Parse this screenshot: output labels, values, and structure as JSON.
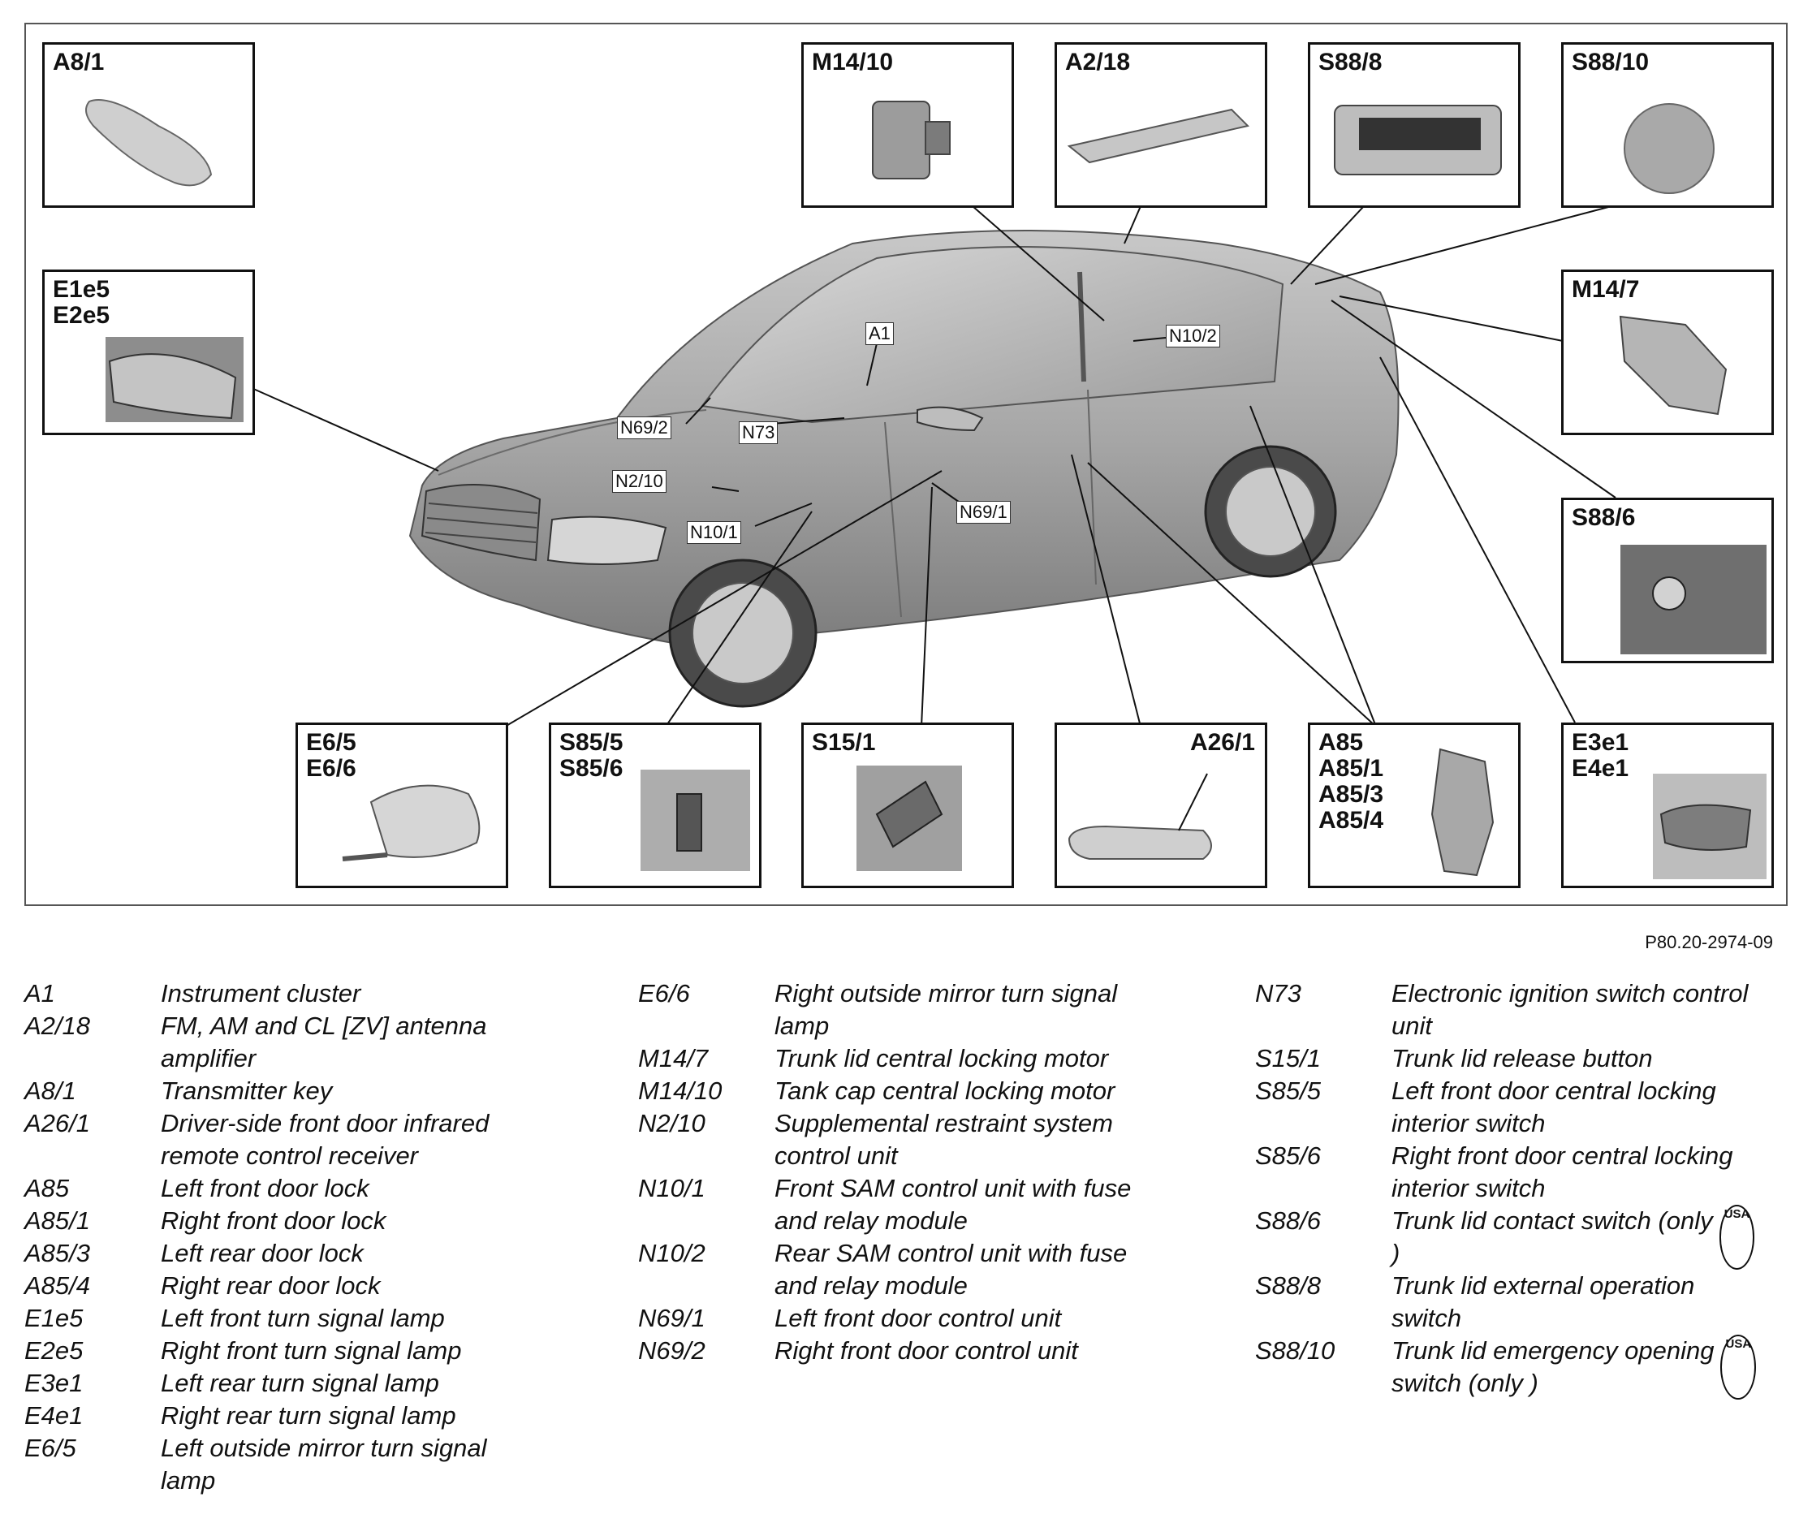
{
  "figure_code": "P80.20-2974-09",
  "callouts": {
    "a8_1": "A8/1",
    "m14_10": "M14/10",
    "a2_18": "A2/18",
    "s88_8": "S88/8",
    "s88_10": "S88/10",
    "e1e5_e2e5": "E1e5\nE2e5",
    "m14_7": "M14/7",
    "s88_6": "S88/6",
    "e6_5_e6_6": "E6/5\nE6/6",
    "s85_5_s85_6": "S85/5\nS85/6",
    "s15_1": "S15/1",
    "a26_1": "A26/1",
    "a85_group": "A85\nA85/1\nA85/3\nA85/4",
    "e3e1_e4e1": "E3e1\nE4e1"
  },
  "car_tags": {
    "a1": "A1",
    "n10_2": "N10/2",
    "n69_2": "N69/2",
    "n73": "N73",
    "n2_10": "N2/10",
    "n10_1": "N10/1",
    "n69_1": "N69/1"
  },
  "legend": {
    "col1": [
      {
        "code": "A1",
        "desc": "Instrument cluster"
      },
      {
        "code": "A2/18",
        "desc": "FM, AM and CL [ZV] antenna\namplifier"
      },
      {
        "code": "A8/1",
        "desc": "Transmitter key"
      },
      {
        "code": "A26/1",
        "desc": "Driver-side front door infrared\nremote control receiver"
      },
      {
        "code": "A85",
        "desc": "Left front door lock"
      },
      {
        "code": "A85/1",
        "desc": "Right front door lock"
      },
      {
        "code": "A85/3",
        "desc": "Left rear door lock"
      },
      {
        "code": "A85/4",
        "desc": "Right rear door lock"
      },
      {
        "code": "E1e5",
        "desc": "Left front turn signal lamp"
      },
      {
        "code": "E2e5",
        "desc": "Right front turn signal lamp"
      },
      {
        "code": "E3e1",
        "desc": "Left rear turn signal lamp"
      },
      {
        "code": "E4e1",
        "desc": "Right rear turn signal lamp"
      },
      {
        "code": "E6/5",
        "desc": "Left outside mirror turn signal\nlamp"
      }
    ],
    "col2": [
      {
        "code": "E6/6",
        "desc": "Right outside mirror turn signal\nlamp"
      },
      {
        "code": "M14/7",
        "desc": "Trunk lid central locking motor"
      },
      {
        "code": "M14/10",
        "desc": "Tank cap central locking motor"
      },
      {
        "code": "N2/10",
        "desc": "Supplemental restraint system\ncontrol unit"
      },
      {
        "code": "N10/1",
        "desc": "Front SAM control unit with fuse\nand relay module"
      },
      {
        "code": "N10/2",
        "desc": "Rear SAM control unit with fuse\nand relay module"
      },
      {
        "code": "N69/1",
        "desc": "Left front door control unit"
      },
      {
        "code": "N69/2",
        "desc": "Right front door control unit"
      }
    ],
    "col3": [
      {
        "code": "N73",
        "desc": "Electronic ignition switch control\nunit"
      },
      {
        "code": "S15/1",
        "desc": "Trunk lid release button"
      },
      {
        "code": "S85/5",
        "desc": "Left front door central locking\ninterior switch"
      },
      {
        "code": "S85/6",
        "desc": "Right front door central locking\ninterior switch"
      },
      {
        "code": "S88/6",
        "desc": "Trunk lid contact switch (only\n)",
        "badge": "USA"
      },
      {
        "code": "S88/8",
        "desc": "Trunk lid external operation\nswitch"
      },
      {
        "code": "S88/10",
        "desc": "Trunk lid emergency opening\nswitch (only )",
        "badge": "USA"
      }
    ]
  }
}
